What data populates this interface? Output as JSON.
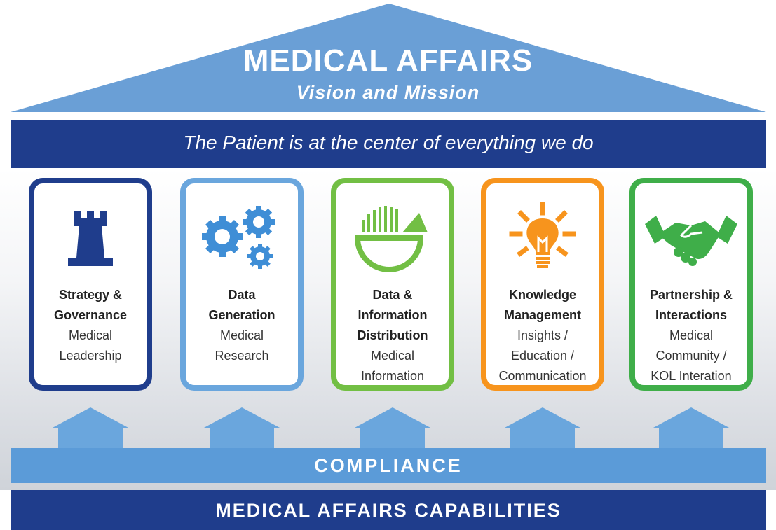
{
  "roof": {
    "title": "MEDICAL AFFAIRS",
    "subtitle": "Vision and Mission",
    "color": "#6a9fd6"
  },
  "banner": {
    "text": "The Patient is at the center of everything we do",
    "color": "#1f3d8c"
  },
  "pillars": [
    {
      "title_lines": [
        "Strategy &",
        "Governance"
      ],
      "sub_lines": [
        "Medical",
        "Leadership"
      ],
      "icon": "rook-chess-icon",
      "color": "#1f3d8c"
    },
    {
      "title_lines": [
        "Data",
        "Generation"
      ],
      "sub_lines": [
        "Medical",
        "Research"
      ],
      "icon": "gears-icon",
      "color": "#6aa6dd"
    },
    {
      "title_lines": [
        "Data &",
        "Information",
        "Distribution"
      ],
      "sub_lines": [
        "Medical",
        "Information"
      ],
      "icon": "pie-chart-icon",
      "color": "#72bf44"
    },
    {
      "title_lines": [
        "Knowledge",
        "Management"
      ],
      "sub_lines": [
        "Insights /",
        "Education /",
        "Communication"
      ],
      "icon": "lightbulb-icon",
      "color": "#f7941d"
    },
    {
      "title_lines": [
        "Partnership &",
        "Interactions"
      ],
      "sub_lines": [
        "Medical",
        "Community /",
        "KOL Interation"
      ],
      "icon": "handshake-icon",
      "color": "#3fae49"
    }
  ],
  "compliance": {
    "text": "COMPLIANCE",
    "color": "#5b9bd8"
  },
  "footer": {
    "text": "MEDICAL AFFAIRS CAPABILITIES",
    "color": "#1f3d8c"
  }
}
